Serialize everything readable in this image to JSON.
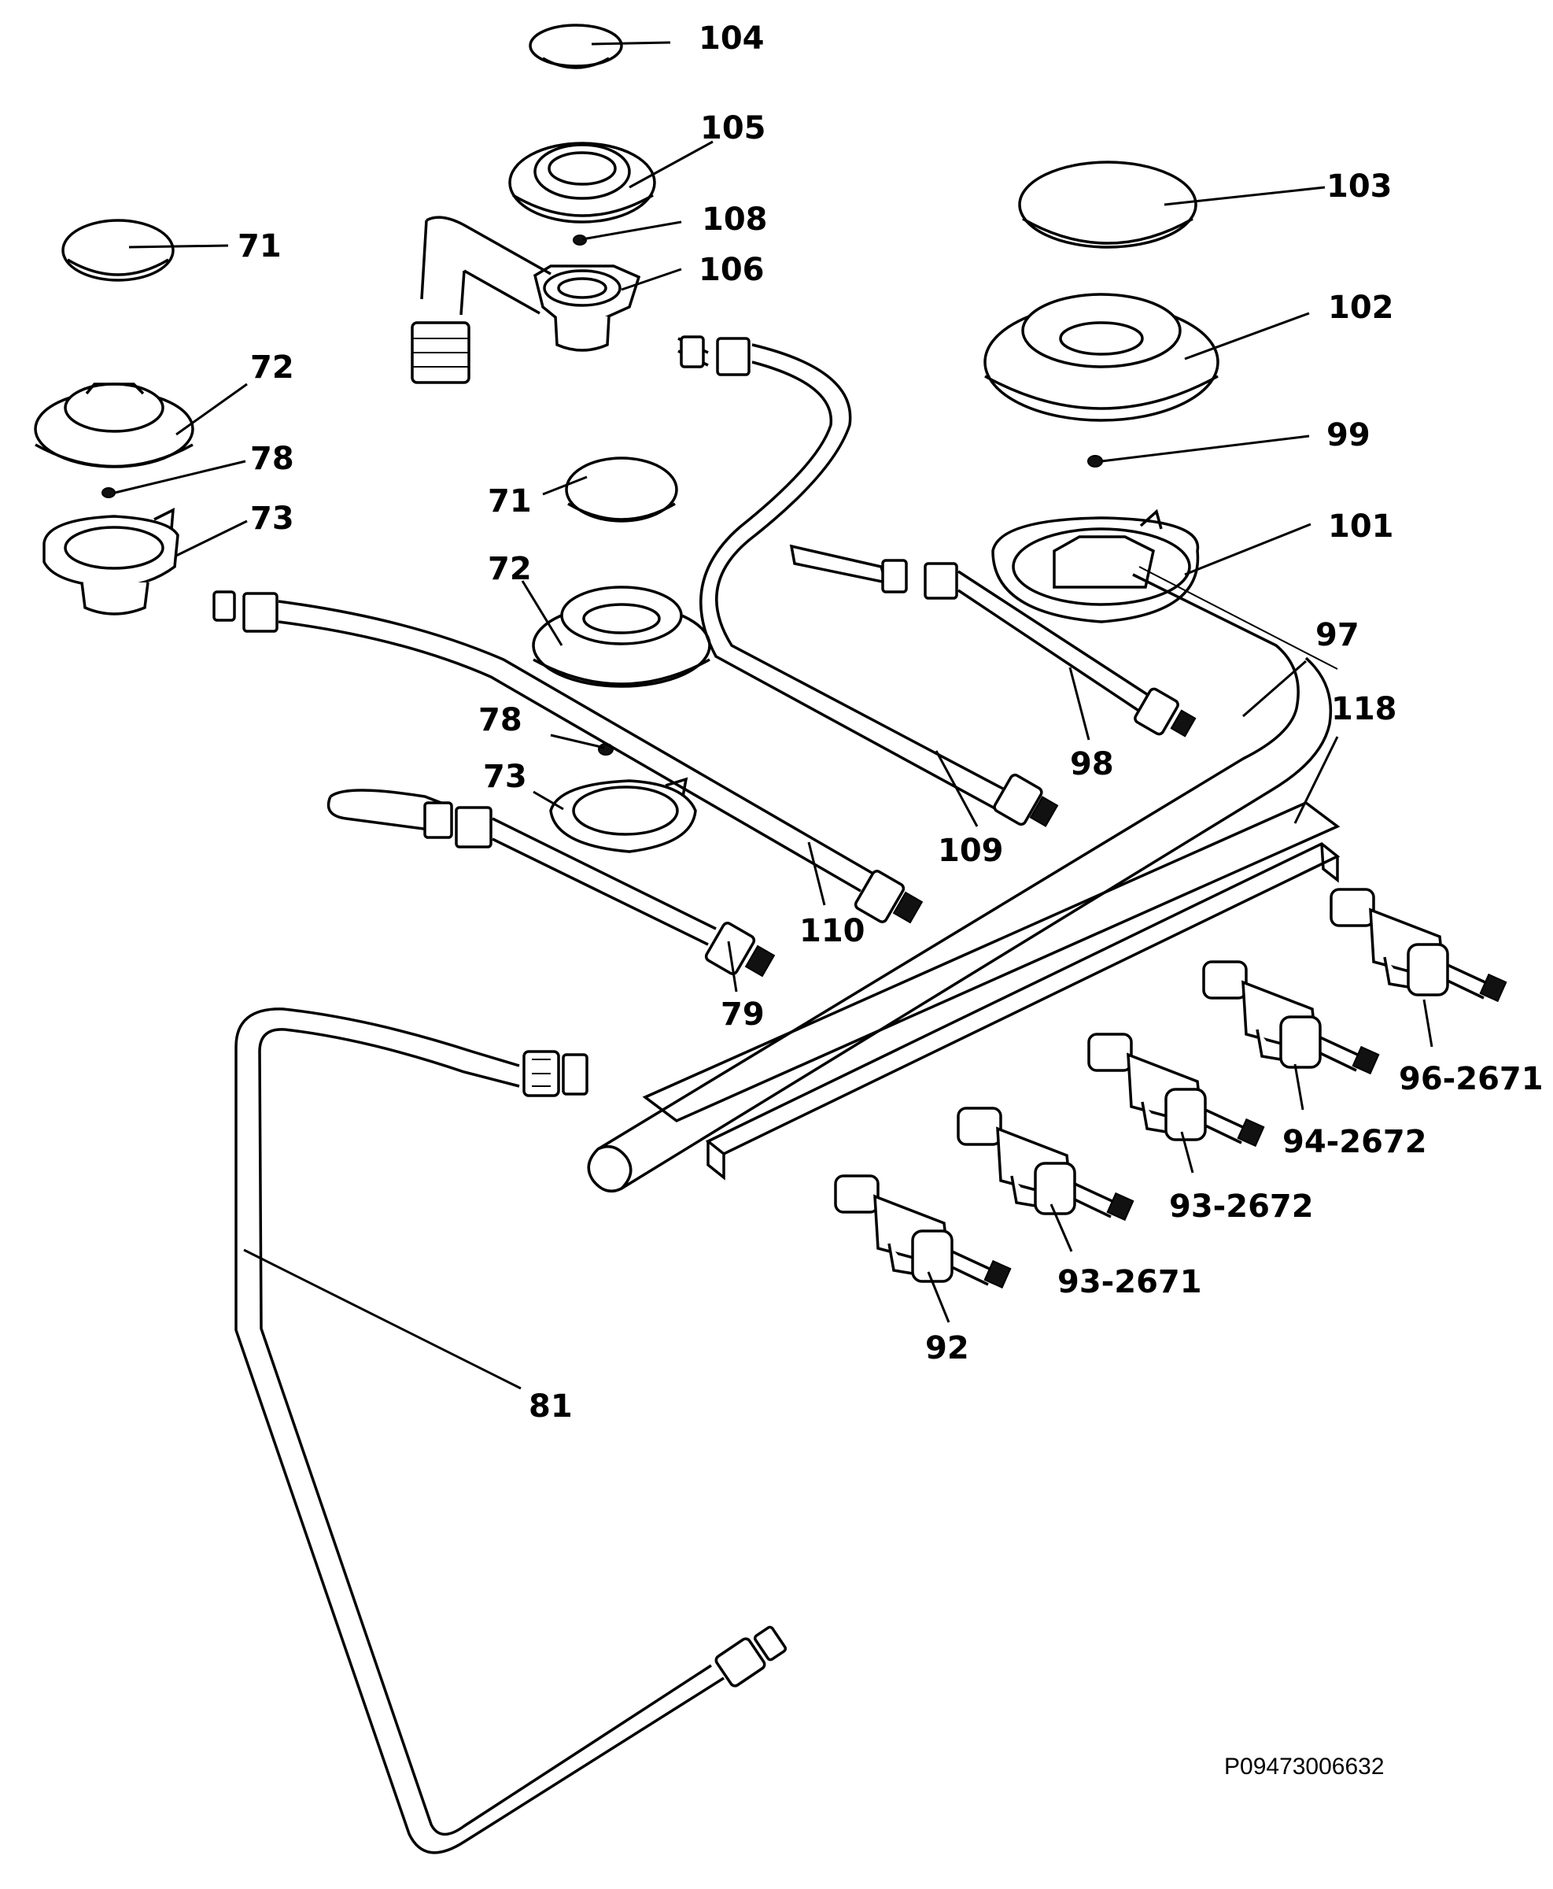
{
  "labels": {
    "p104": "104",
    "p105": "105",
    "p108": "108",
    "p106": "106",
    "p103": "103",
    "p102": "102",
    "p99": "99",
    "p101": "101",
    "p71a": "71",
    "p72a": "72",
    "p78a": "78",
    "p73a": "73",
    "p71b": "71",
    "p72b": "72",
    "p78b": "78",
    "p73b": "73",
    "p97": "97",
    "p118": "118",
    "p98": "98",
    "p109": "109",
    "p110": "110",
    "p79": "79",
    "p96": "96-2671",
    "p94": "94-2672",
    "p93b": "93-2672",
    "p93a": "93-2671",
    "p92": "92",
    "p81": "81"
  },
  "reference_code": "P09473006632"
}
